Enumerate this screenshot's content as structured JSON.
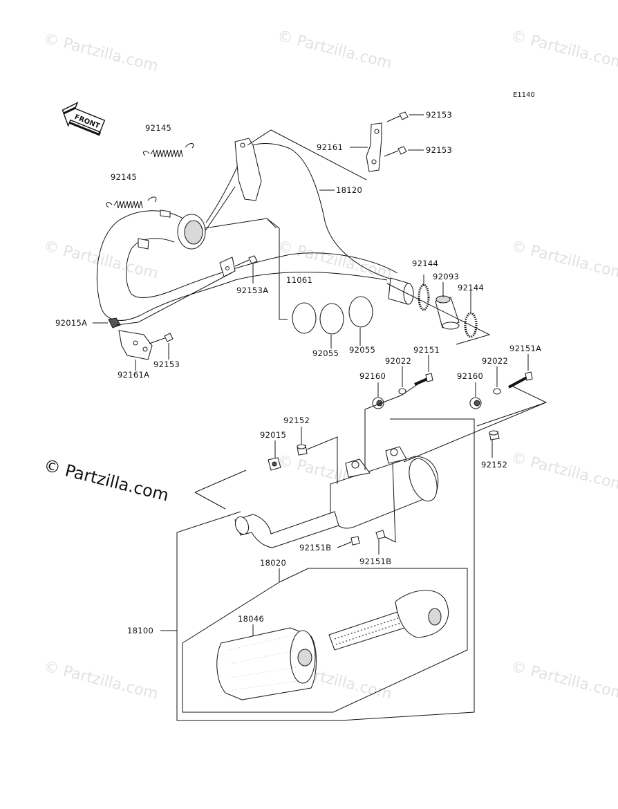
{
  "diagram_code": "E1140",
  "front_label": "FRONT",
  "watermark": "© Partzilla.com",
  "watermark_faint": "© Partzilla.com",
  "parts": {
    "p92153_top": "92153",
    "p92161": "92161",
    "p92153_mid": "92153",
    "p92145_a": "92145",
    "p92145_b": "92145",
    "p18120": "18120",
    "p92153A": "92153A",
    "p11061": "11061",
    "p92144_a": "92144",
    "p92093": "92093",
    "p92144_b": "92144",
    "p92015A": "92015A",
    "p92153_low": "92153",
    "p92161A": "92161A",
    "p92055_a": "92055",
    "p92055_b": "92055",
    "p92022_a": "92022",
    "p92151": "92151",
    "p92022_b": "92022",
    "p92151A": "92151A",
    "p92160_a": "92160",
    "p92160_b": "92160",
    "p92152_a": "92152",
    "p92015": "92015",
    "p92152_b": "92152",
    "p92151B_a": "92151B",
    "p92151B_b": "92151B",
    "p18020": "18020",
    "p18046": "18046",
    "p18100": "18100"
  }
}
